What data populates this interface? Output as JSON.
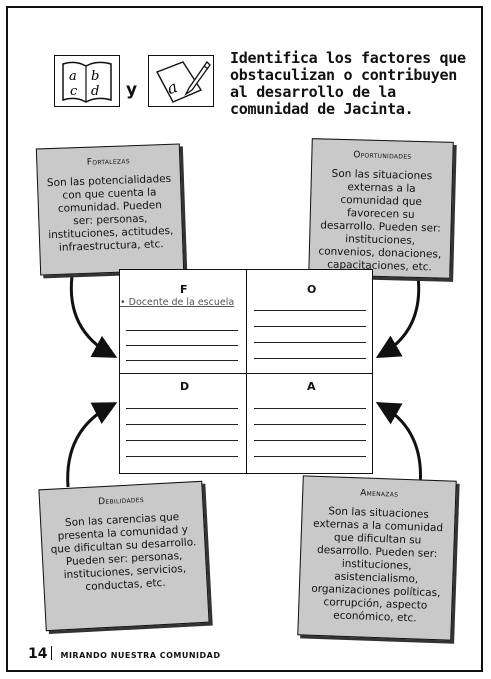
{
  "header": {
    "instruction": "Identifica los factores que obstaculizan o contribuyen al desarrollo de la comunidad de Jacinta.",
    "connector": "y",
    "icons": [
      "book-abcd-icon",
      "write-pencil-icon"
    ]
  },
  "cards": {
    "fortalezas": {
      "title": "Fortalezas",
      "text": "Son las potencialidades con que cuenta la comunidad. Pueden ser: personas, instituciones, actitudes, infraestructura, etc."
    },
    "oportunidades": {
      "title": "Oportunidades",
      "text": "Son las situaciones externas a la comunidad que favorecen su desarrollo. Pueden ser: instituciones, convenios, donaciones, capacitaciones, etc."
    },
    "debilidades": {
      "title": "Debilidades",
      "text": "Son las carencias que presenta la comunidad y que dificultan su desarrollo. Pueden ser: personas, instituciones, servicios, conductas, etc."
    },
    "amenazas": {
      "title": "Amenazas",
      "text": "Son las situaciones externas a la comunidad que dificultan su desarrollo. Pueden ser: instituciones, asistencialismo, organizaciones políticas, corrupción, aspecto económico, etc."
    }
  },
  "foda": {
    "f_label": "F",
    "o_label": "O",
    "d_label": "D",
    "a_label": "A",
    "f_entry": "Docente de la escuela"
  },
  "footer": {
    "page_number": "14",
    "section": "MIRANDO NUESTRA COMUNIDAD"
  }
}
